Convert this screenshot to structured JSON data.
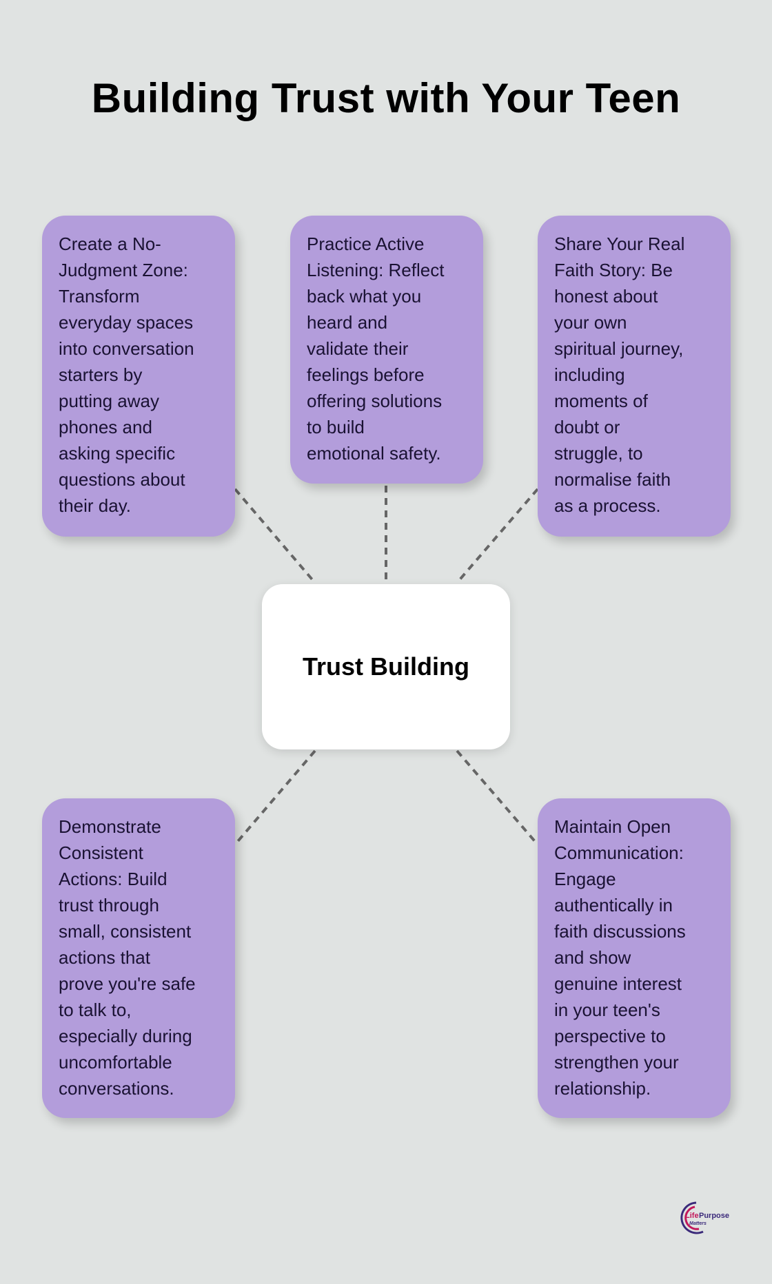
{
  "title": "Building Trust with Your Teen",
  "center_label": "Trust Building",
  "cards": [
    {
      "lines": [
        "Create a No-",
        "Judgment Zone:",
        "Transform",
        "everyday spaces",
        "into conversation",
        "starters by",
        "putting away",
        "phones and",
        "asking specific",
        "questions about",
        "their day."
      ]
    },
    {
      "lines": [
        "Practice Active",
        "Listening: Reflect",
        "back what you",
        "heard and",
        "validate their",
        "feelings before",
        "offering solutions",
        "to build",
        "emotional safety."
      ]
    },
    {
      "lines": [
        "Share Your Real",
        "Faith Story: Be",
        "honest about",
        "your own",
        "spiritual journey,",
        "including",
        "moments of",
        "doubt or",
        "struggle, to",
        "normalise faith",
        "as a process."
      ]
    },
    {
      "lines": [
        "Demonstrate",
        "Consistent",
        "Actions: Build",
        "trust through",
        "small, consistent",
        "actions that",
        "prove you're safe",
        "to talk to,",
        "especially during",
        "uncomfortable",
        "conversations."
      ]
    },
    {
      "lines": [
        "Maintain Open",
        "Communication:",
        "Engage",
        "authentically in",
        "faith discussions",
        "and show",
        "genuine interest",
        "in your teen's",
        "perspective to",
        "strengthen your",
        "relationship."
      ]
    }
  ],
  "logo": {
    "text_top": "LifePurpose",
    "text_bottom": "Matters"
  },
  "colors": {
    "background": "#e0e3e2",
    "card": "#b39ddb",
    "connector": "#666666"
  }
}
